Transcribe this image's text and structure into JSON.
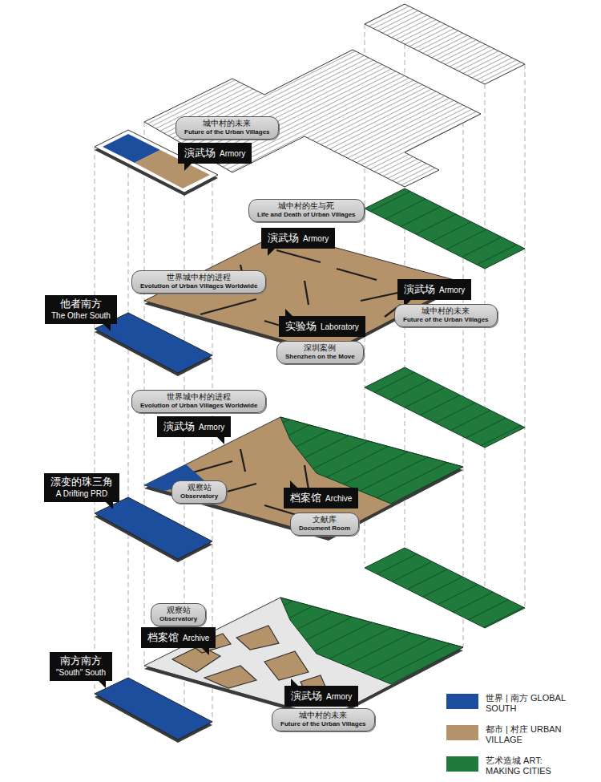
{
  "diagram": {
    "nodes": [
      {
        "text": [
          "城中村的未来",
          "Future of the Urban Villages"
        ]
      },
      {
        "text": [
          "演武场",
          "Armory"
        ]
      },
      {
        "text": [
          "城中村的生与死",
          "Life and Death of Urban Villages"
        ]
      },
      {
        "text": [
          "演武场",
          "Armory"
        ]
      },
      {
        "text": [
          "世界城中村的进程",
          "Evolution of Urban Villages Worldwide"
        ]
      },
      {
        "text": [
          "演武场",
          "Armory"
        ]
      },
      {
        "text": [
          "他者南方",
          "The Other South"
        ]
      },
      {
        "text": [
          "城中村的未来",
          "Future of the Urban Villages"
        ]
      },
      {
        "text": [
          "实验场",
          "Laboratory"
        ]
      },
      {
        "text": [
          "深圳案例",
          "Shenzhen on the Move"
        ]
      },
      {
        "text": [
          "世界城中村的进程",
          "Evolution of Urban Villages Worldwide"
        ]
      },
      {
        "text": [
          "演武场",
          "Armory"
        ]
      },
      {
        "text": [
          "漂变的珠三角",
          "A Drifting PRD"
        ]
      },
      {
        "text": [
          "观察站",
          "Observatory"
        ]
      },
      {
        "text": [
          "档案馆",
          "Archive"
        ]
      },
      {
        "text": [
          "文献库",
          "Document Room"
        ]
      },
      {
        "text": [
          "观察站",
          "Observatory"
        ]
      },
      {
        "text": [
          "档案馆",
          "Archive"
        ]
      },
      {
        "text": [
          "南方南方",
          "\"South\" South"
        ]
      },
      {
        "text": [
          "演武场",
          "Armory"
        ]
      },
      {
        "text": [
          "城中村的未来",
          "Future of the Urban Villages"
        ]
      }
    ],
    "legend": [
      {
        "text": "世界 | 南方 GLOBAL SOUTH",
        "color": "#1d4e9e"
      },
      {
        "text": "都市 | 村庄 URBAN VILLAGE",
        "color": "#b5936a"
      },
      {
        "text": "艺术造城 ART: MAKING CITIES",
        "color": "#1f7a3c"
      }
    ]
  }
}
